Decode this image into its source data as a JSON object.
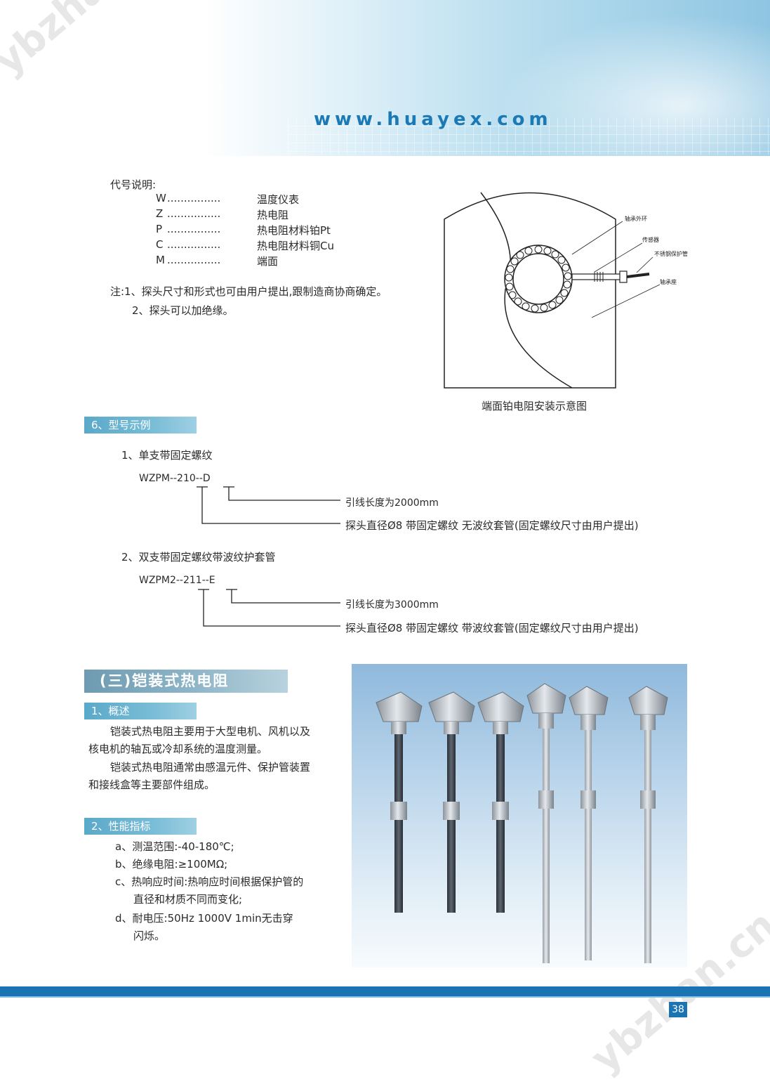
{
  "header": {
    "site_url": "www.huayex.com",
    "watermark": "ybzhan.cn"
  },
  "code_legend": {
    "title": "代号说明:",
    "items": [
      {
        "code": "W",
        "dots": "................",
        "meaning": "温度仪表"
      },
      {
        "code": "Z",
        "dots": "................",
        "meaning": "热电阻"
      },
      {
        "code": "P",
        "dots": "................",
        "meaning": "热电阻材料铂Pt"
      },
      {
        "code": "C",
        "dots": "................",
        "meaning": "热电阻材料铜Cu"
      },
      {
        "code": "M",
        "dots": "................",
        "meaning": "端面"
      }
    ],
    "note1": "注:1、探头尺寸和形式也可由用户提出,跟制造商协商确定。",
    "note2": "2、探头可以加绝缘。"
  },
  "install_diagram": {
    "labels": {
      "outer_ring": "轴承外环",
      "sensor": "传感器",
      "steel_tube": "不锈钢保护管",
      "bearing_seat": "轴承座"
    },
    "caption": "端面铂电阻安装示意图"
  },
  "section6": {
    "label": "6、型号示例",
    "example1": {
      "title": "1、单支带固定螺纹",
      "model": "WZPM--210--D",
      "line1": "引线长度为2000mm",
      "line2": "探头直径Ø8  带固定螺纹    无波纹套管(固定螺纹尺寸由用户提出)"
    },
    "example2": {
      "title": "2、双支带固定螺纹带波纹护套管",
      "model": "WZPM2--211--E",
      "line1": "引线长度为3000mm",
      "line2": "探头直径Ø8  带固定螺纹    带波纹套管(固定螺纹尺寸由用户提出)"
    }
  },
  "section3": {
    "title": "(三)铠装式热电阻",
    "overview": {
      "label": "1、概述",
      "p1a": "铠装式热电阻主要用于大型电机、风机以及",
      "p1b": "核电机的轴瓦或冷却系统的温度测量。",
      "p2a": "铠装式热电阻通常由感温元件、保护管装置",
      "p2b": "和接线盒等主要部件组成。"
    },
    "specs": {
      "label": "2、性能指标",
      "a": "a、测温范围:-40-180℃;",
      "b": "b、绝缘电阻:≥100MΩ;",
      "c1": "c、热响应时间:热响应时间根据保护管的",
      "c2": "直径和材质不同而变化;",
      "d1": "d、耐电压:50Hz    1000V     1min无击穿",
      "d2": "闪烁。"
    }
  },
  "footer": {
    "page_number": "38"
  }
}
